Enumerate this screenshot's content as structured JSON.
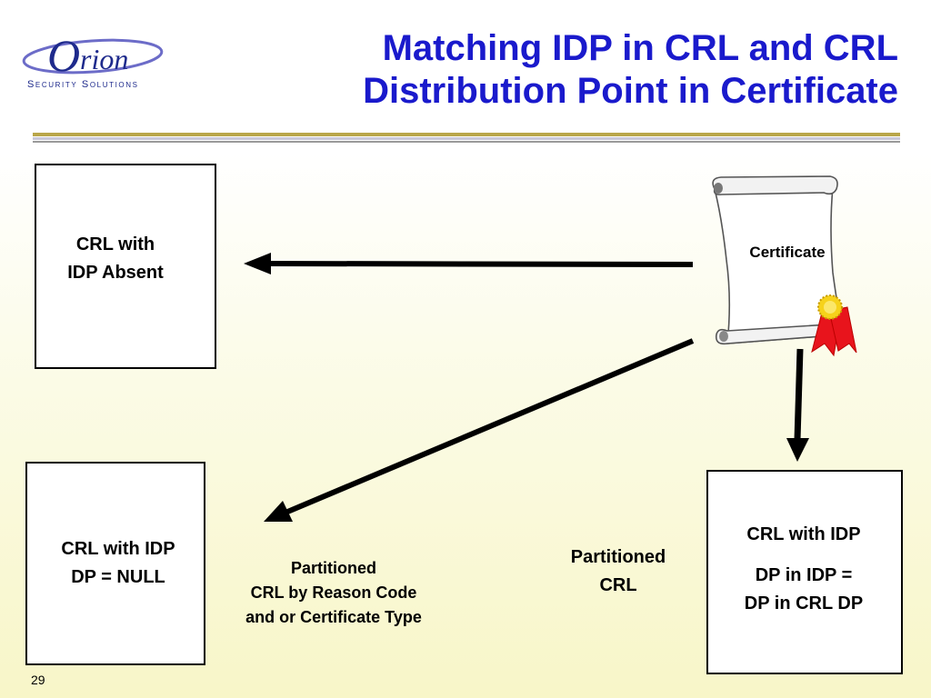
{
  "logo": {
    "name_first": "O",
    "name_rest": "rion",
    "tagline": "Security Solutions"
  },
  "title": {
    "line1": "Matching IDP in CRL and CRL",
    "line2": "Distribution Point in Certificate"
  },
  "boxes": {
    "idp_absent": {
      "line1": "CRL with",
      "line2": "IDP Absent"
    },
    "dp_null": {
      "line1": "CRL with IDP",
      "line2": "DP = NULL"
    },
    "dp_match": {
      "line1": "CRL with IDP",
      "line2": "DP in IDP =",
      "line3": "DP in CRL DP"
    }
  },
  "certificate": {
    "label": "Certificate"
  },
  "captions": {
    "partitioned_reason": {
      "line1": "Partitioned",
      "line2": "CRL by Reason Code",
      "line3": "and or Certificate Type"
    },
    "partitioned_crl": {
      "line1": "Partitioned",
      "line2": "CRL"
    }
  },
  "page_number": "29",
  "colors": {
    "title": "#1a1acc",
    "logo_blue": "#1e2a8c",
    "logo_orbit": "#6c6cc8",
    "ribbon": "#e8141c",
    "seal": "#f6d21a",
    "rule_gold": "#b9a64a"
  }
}
